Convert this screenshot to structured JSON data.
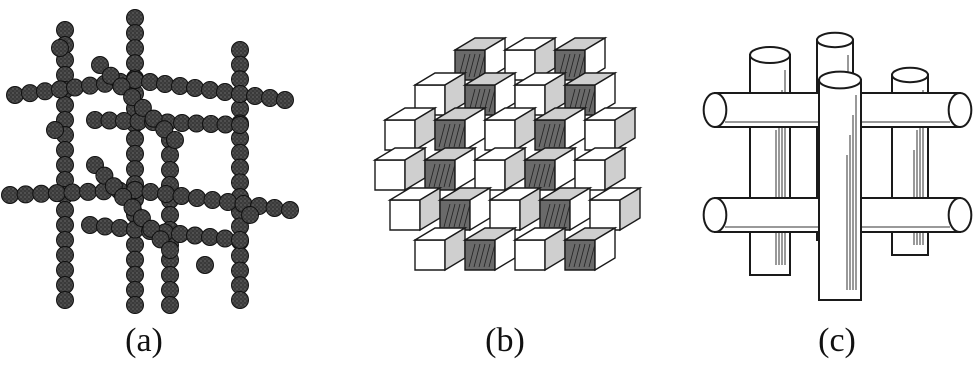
{
  "figure": {
    "panels": [
      {
        "id": "a",
        "caption": "(a)",
        "depiction": "lattice-of-spheres"
      },
      {
        "id": "b",
        "caption": "(b)",
        "depiction": "stacked-cubes"
      },
      {
        "id": "c",
        "caption": "(c)",
        "depiction": "cylindrical-rod-lattice"
      }
    ]
  },
  "colors": {
    "ink": "#1a1a1a",
    "sphere_fill": "#3a3a3a",
    "face_light": "#ffffff",
    "face_mid": "#cfcfcf",
    "face_dark": "#6a6a6a"
  }
}
